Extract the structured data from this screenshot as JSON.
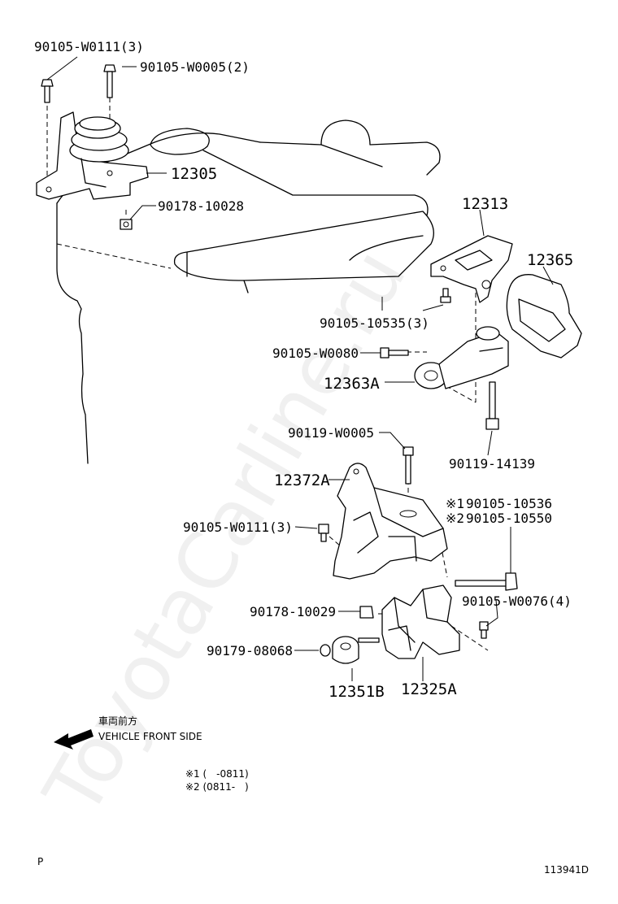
{
  "diagram": {
    "watermark": "ToyotaCarline.ru",
    "parts": {
      "p1": "90105-W0111(3)",
      "p2": "90105-W0005(2)",
      "p3": "12305",
      "p4": "90178-10028",
      "p5": "12313",
      "p6": "12365",
      "p7": "90105-10535(3)",
      "p8": "90105-W0080",
      "p9": "12363A",
      "p10": "90119-W0005",
      "p11": "90119-14139",
      "p12": "12372A",
      "p13": "90105-10536",
      "p14": "90105-10550",
      "p15": "90105-W0111(3)",
      "p16": "90178-10029",
      "p17": "90105-W0076(4)",
      "p18": "90179-08068",
      "p19": "12351B",
      "p20": "12325A"
    },
    "markers": {
      "m1": "※1",
      "m2": "※2"
    },
    "direction": {
      "jp": "車両前方",
      "en": "VEHICLE FRONT SIDE"
    },
    "notes": {
      "n1": "※1 (　-0811)",
      "n2": "※2 (0811-　)"
    },
    "corner_letter": "P",
    "drawing_number": "113941D"
  }
}
